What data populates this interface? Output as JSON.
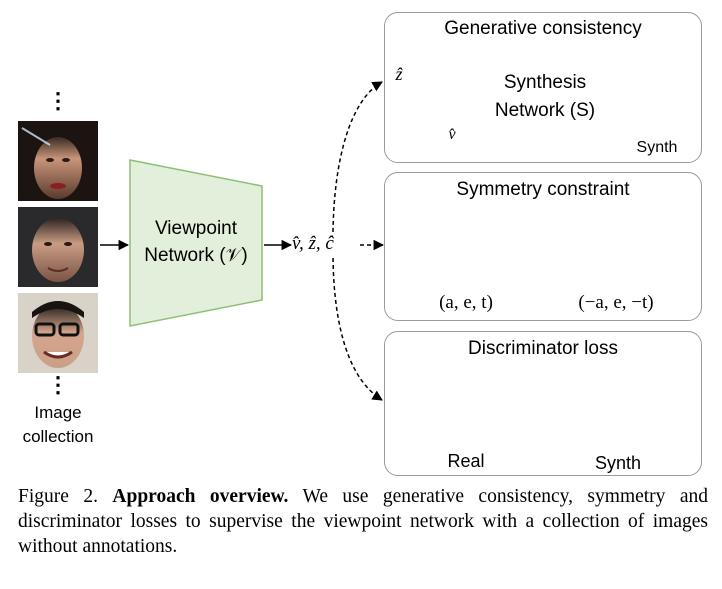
{
  "inputs": {
    "image_collection_label_line1": "Image",
    "image_collection_label_line2": "collection",
    "dots": "⋮"
  },
  "viewpoint_network": {
    "line1": "Viewpoint",
    "line2": "Network (𝒱)"
  },
  "outputs_label": "v̂, ẑ, ĉ",
  "panels": {
    "generative": {
      "title": "Generative consistency",
      "z_hat": "ẑ",
      "v_hat": "v̂",
      "synthesis_line1": "Synthesis",
      "synthesis_line2": "Network (S)",
      "synth_label": "Synth"
    },
    "symmetry": {
      "title": "Symmetry constraint",
      "left_label": "(a, e, t)",
      "right_label": "(−a, e, −t)"
    },
    "discriminator": {
      "title": "Discriminator loss",
      "real_label": "Real",
      "synth_label": "Synth"
    }
  },
  "caption": {
    "figure": "Figure 2.",
    "bold": "Approach overview.",
    "text": "We use generative consistency, symmetry and discriminator losses to supervise the viewpoint network with a collection of images without annotations."
  },
  "colors": {
    "viewpoint_fill": "#e2efda",
    "viewpoint_stroke": "#8fbf74",
    "synthesis_fill": "#cfdcf1",
    "synthesis_stroke": "#4a72c0",
    "panel_border": "#9a9a9a",
    "cube_fill": "#b4bcc8"
  }
}
